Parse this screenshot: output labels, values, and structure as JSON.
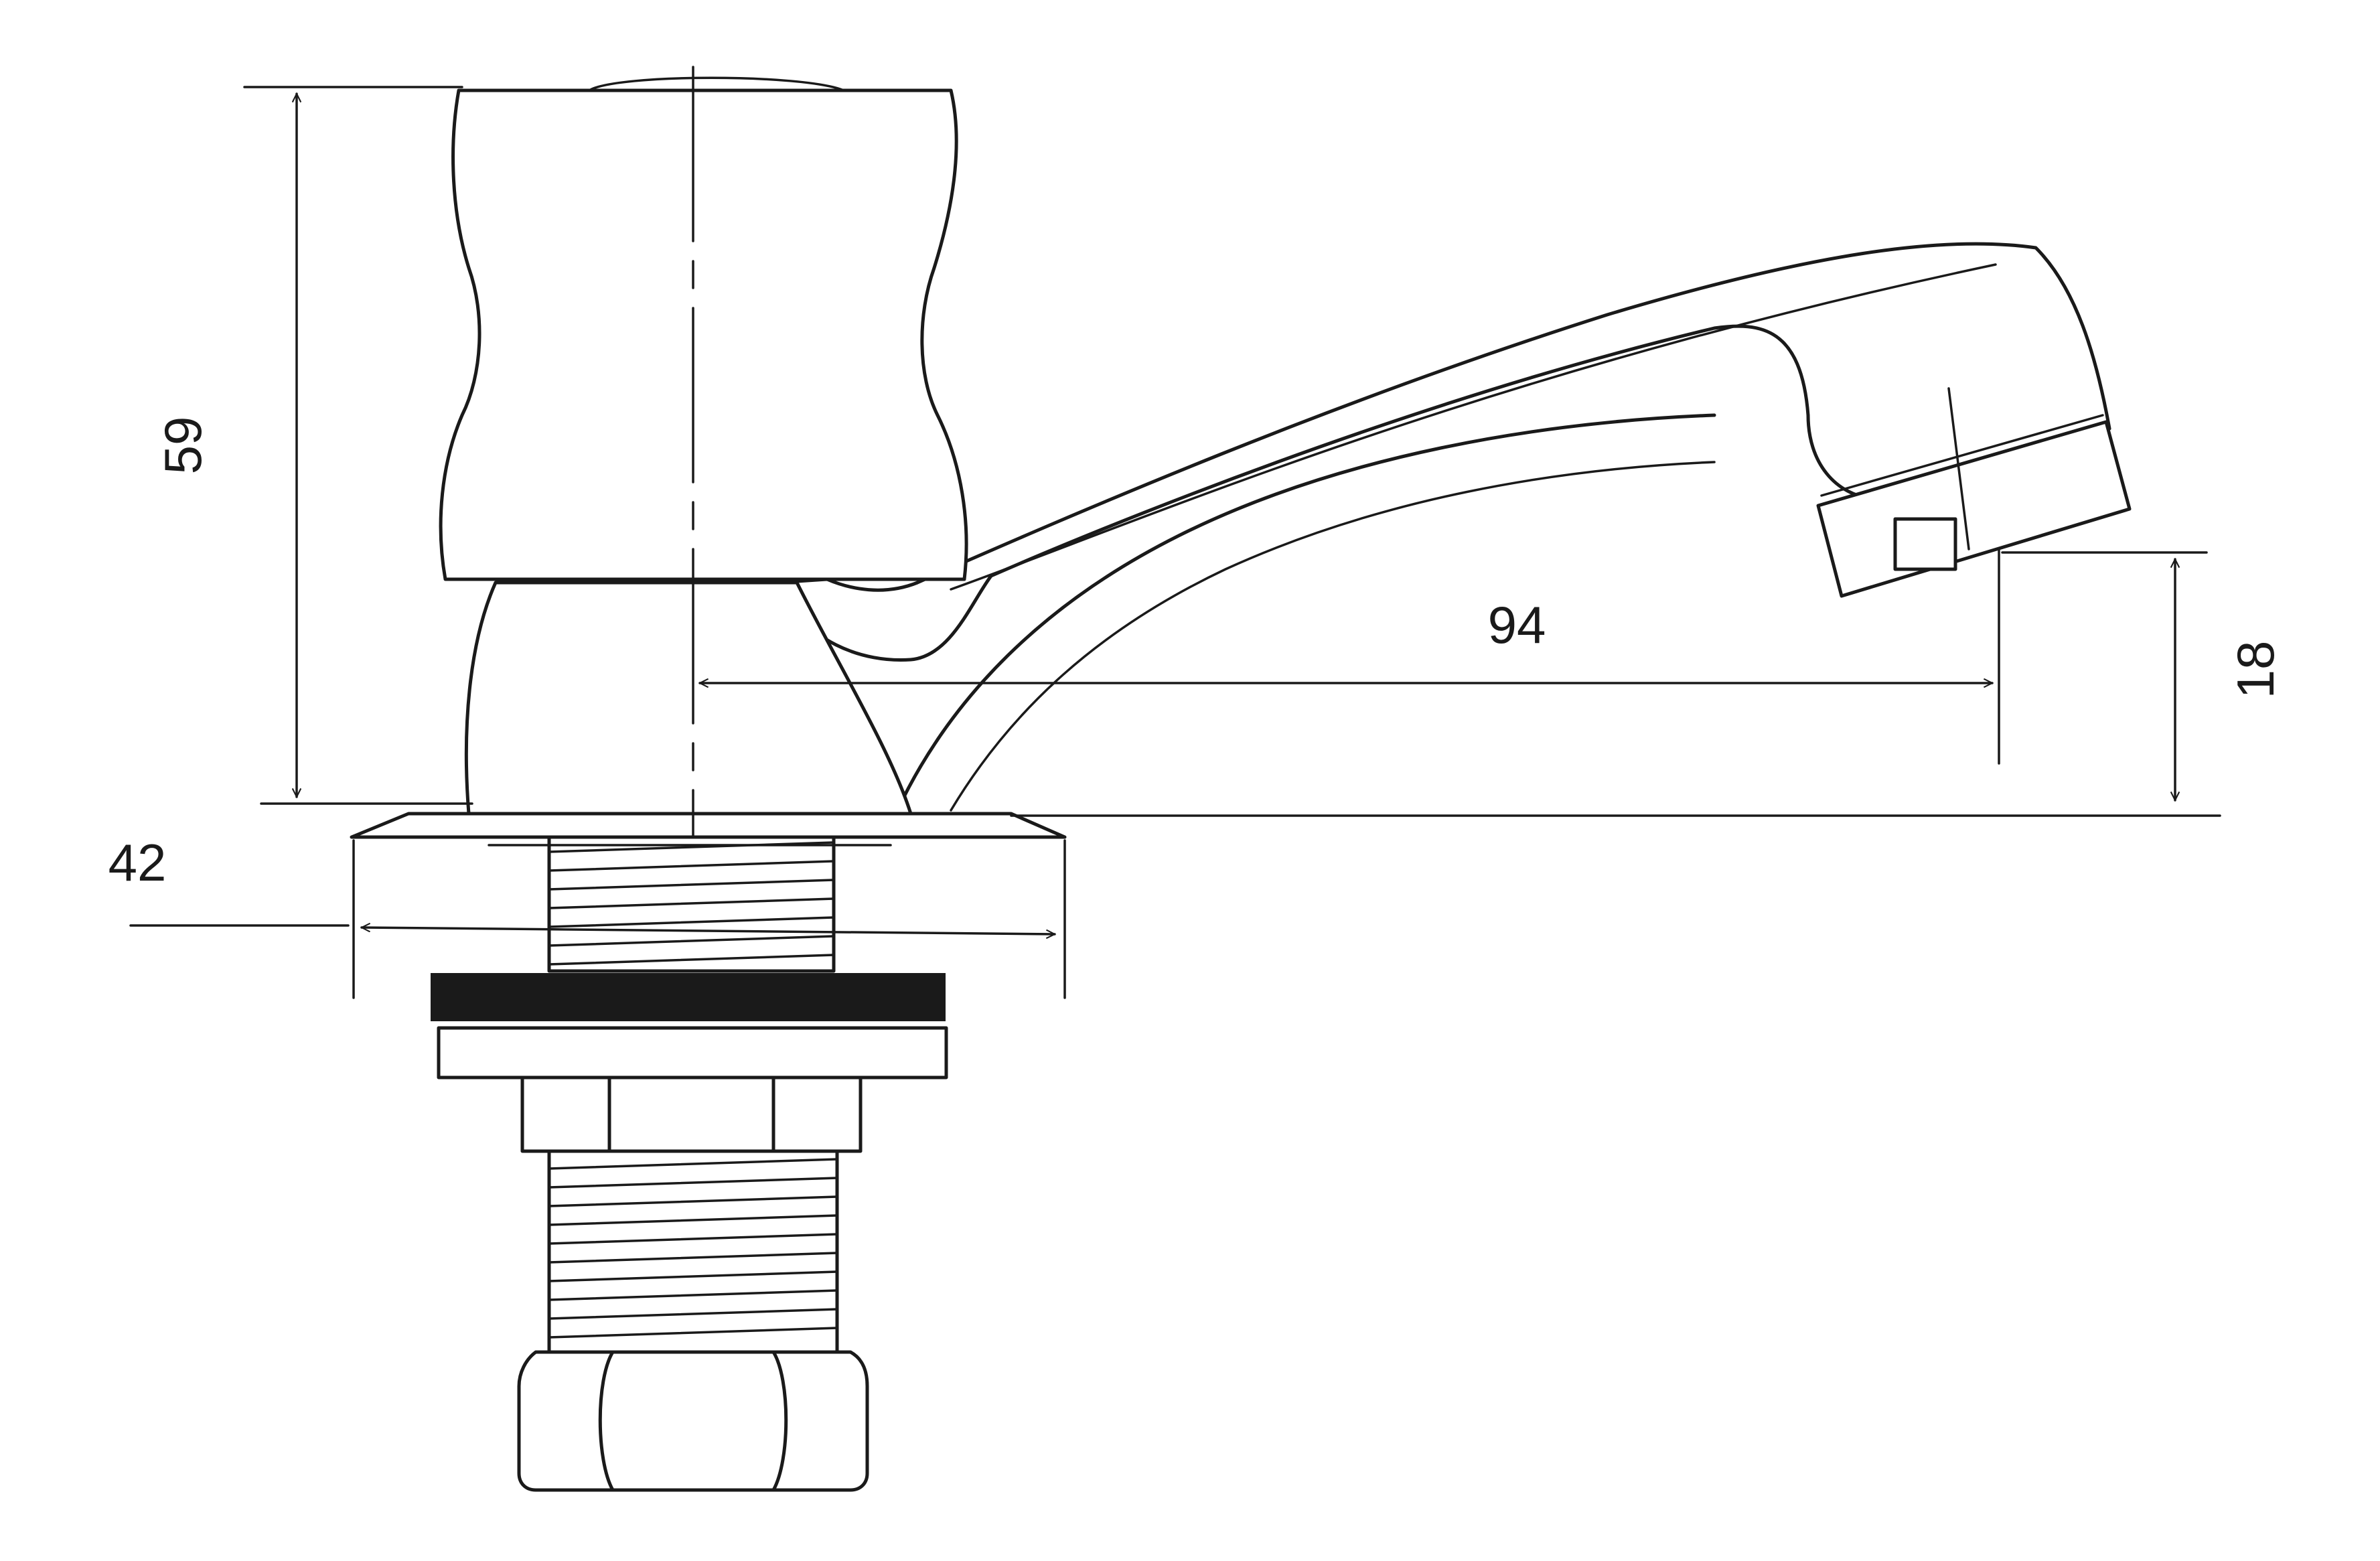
{
  "dimensions": {
    "handle_height": "59",
    "spout_reach": "94",
    "spout_height": "18",
    "base_diameter": "42"
  },
  "colors": {
    "line": "#1a1a1a",
    "background": "#ffffff"
  }
}
